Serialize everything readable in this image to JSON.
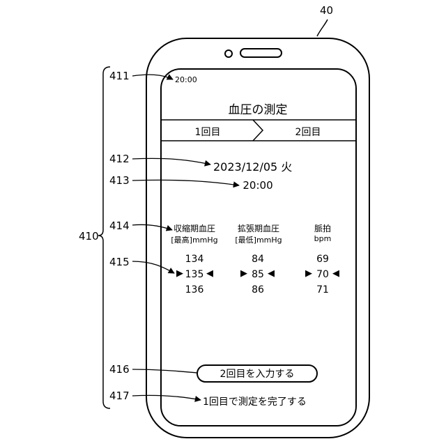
{
  "figure": {
    "device_ref": "40",
    "screen_ref": "410",
    "callouts": [
      "411",
      "412",
      "413",
      "414",
      "415",
      "416",
      "417"
    ]
  },
  "screen": {
    "status_time": "20:00",
    "title": "血圧の測定",
    "steps": [
      "1回目",
      "2回目"
    ],
    "date": "2023/12/05 火",
    "time": "20:00",
    "columns": [
      {
        "label": "収縮期血圧",
        "unit": "[最高]mmHg",
        "values": [
          "134",
          "135",
          "136"
        ]
      },
      {
        "label": "拡張期血圧",
        "unit": "[最低]mmHg",
        "values": [
          "84",
          "85",
          "86"
        ]
      },
      {
        "label": "脈拍",
        "unit": "bpm",
        "values": [
          "69",
          "70",
          "71"
        ]
      }
    ],
    "selected_marker_left": "▶",
    "selected_marker_right": "◀",
    "next_button": "2回目を入力する",
    "finish_link": "1回目で測定を完了する"
  }
}
